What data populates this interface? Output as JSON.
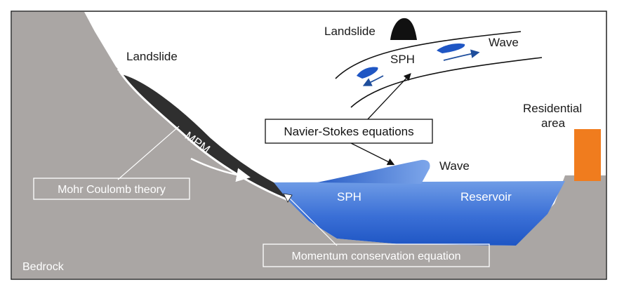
{
  "labels": {
    "landslide_slope": "Landslide",
    "landslide_inset": "Landslide",
    "sph_inset": "SPH",
    "wave_inset": "Wave",
    "residential": [
      "Residential",
      "area"
    ],
    "mpm": "MPM",
    "navier_stokes": "Navier-Stokes equations",
    "wave_reservoir": "Wave",
    "sph_reservoir": "SPH",
    "reservoir": "Reservoir",
    "mohr_coulomb": "Mohr Coulomb theory",
    "momentum": "Momentum conservation equation",
    "bedrock": "Bedrock"
  },
  "colors": {
    "bedrock": "#aaa6a4",
    "landslide_mass": "#2f2f2f",
    "water_light": "#5c8fe0",
    "water_dark": "#1f56c4",
    "building": "#f07c1e",
    "inset_arrow": "#1f4e9c"
  }
}
